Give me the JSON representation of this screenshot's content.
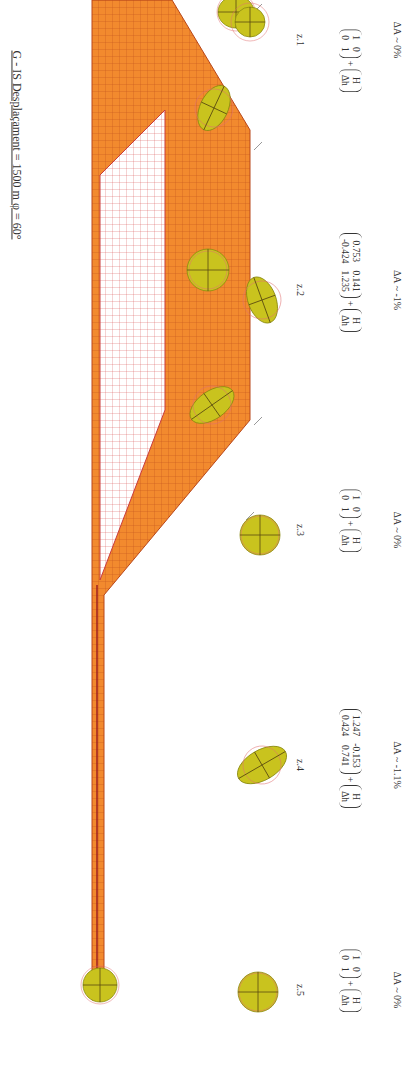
{
  "diagram": {
    "title": "G - IS Desplaçament = 1500 m φ = 60°",
    "labels": [
      "z.1",
      "1",
      "0",
      "0",
      "1",
      "+",
      "H",
      "Δh",
      "ΔA ~ 0%",
      "z.2",
      "0.753",
      "0.141",
      "-0.424",
      "1.235",
      "+",
      "H",
      "Δh",
      "ΔA ~ -1%",
      "z.3",
      "1",
      "0",
      "0",
      "1",
      "+",
      "H",
      "Δh",
      "ΔA ~ 0%",
      "z.4",
      "1.247",
      "-0.153",
      "0.424",
      "0.741",
      "+",
      "H",
      "Δh",
      "ΔA ~ -1.1%",
      "z.5",
      "1",
      "0",
      "0",
      "1",
      "+",
      "H",
      "Δh",
      "ΔA ~ 0%"
    ]
  }
}
